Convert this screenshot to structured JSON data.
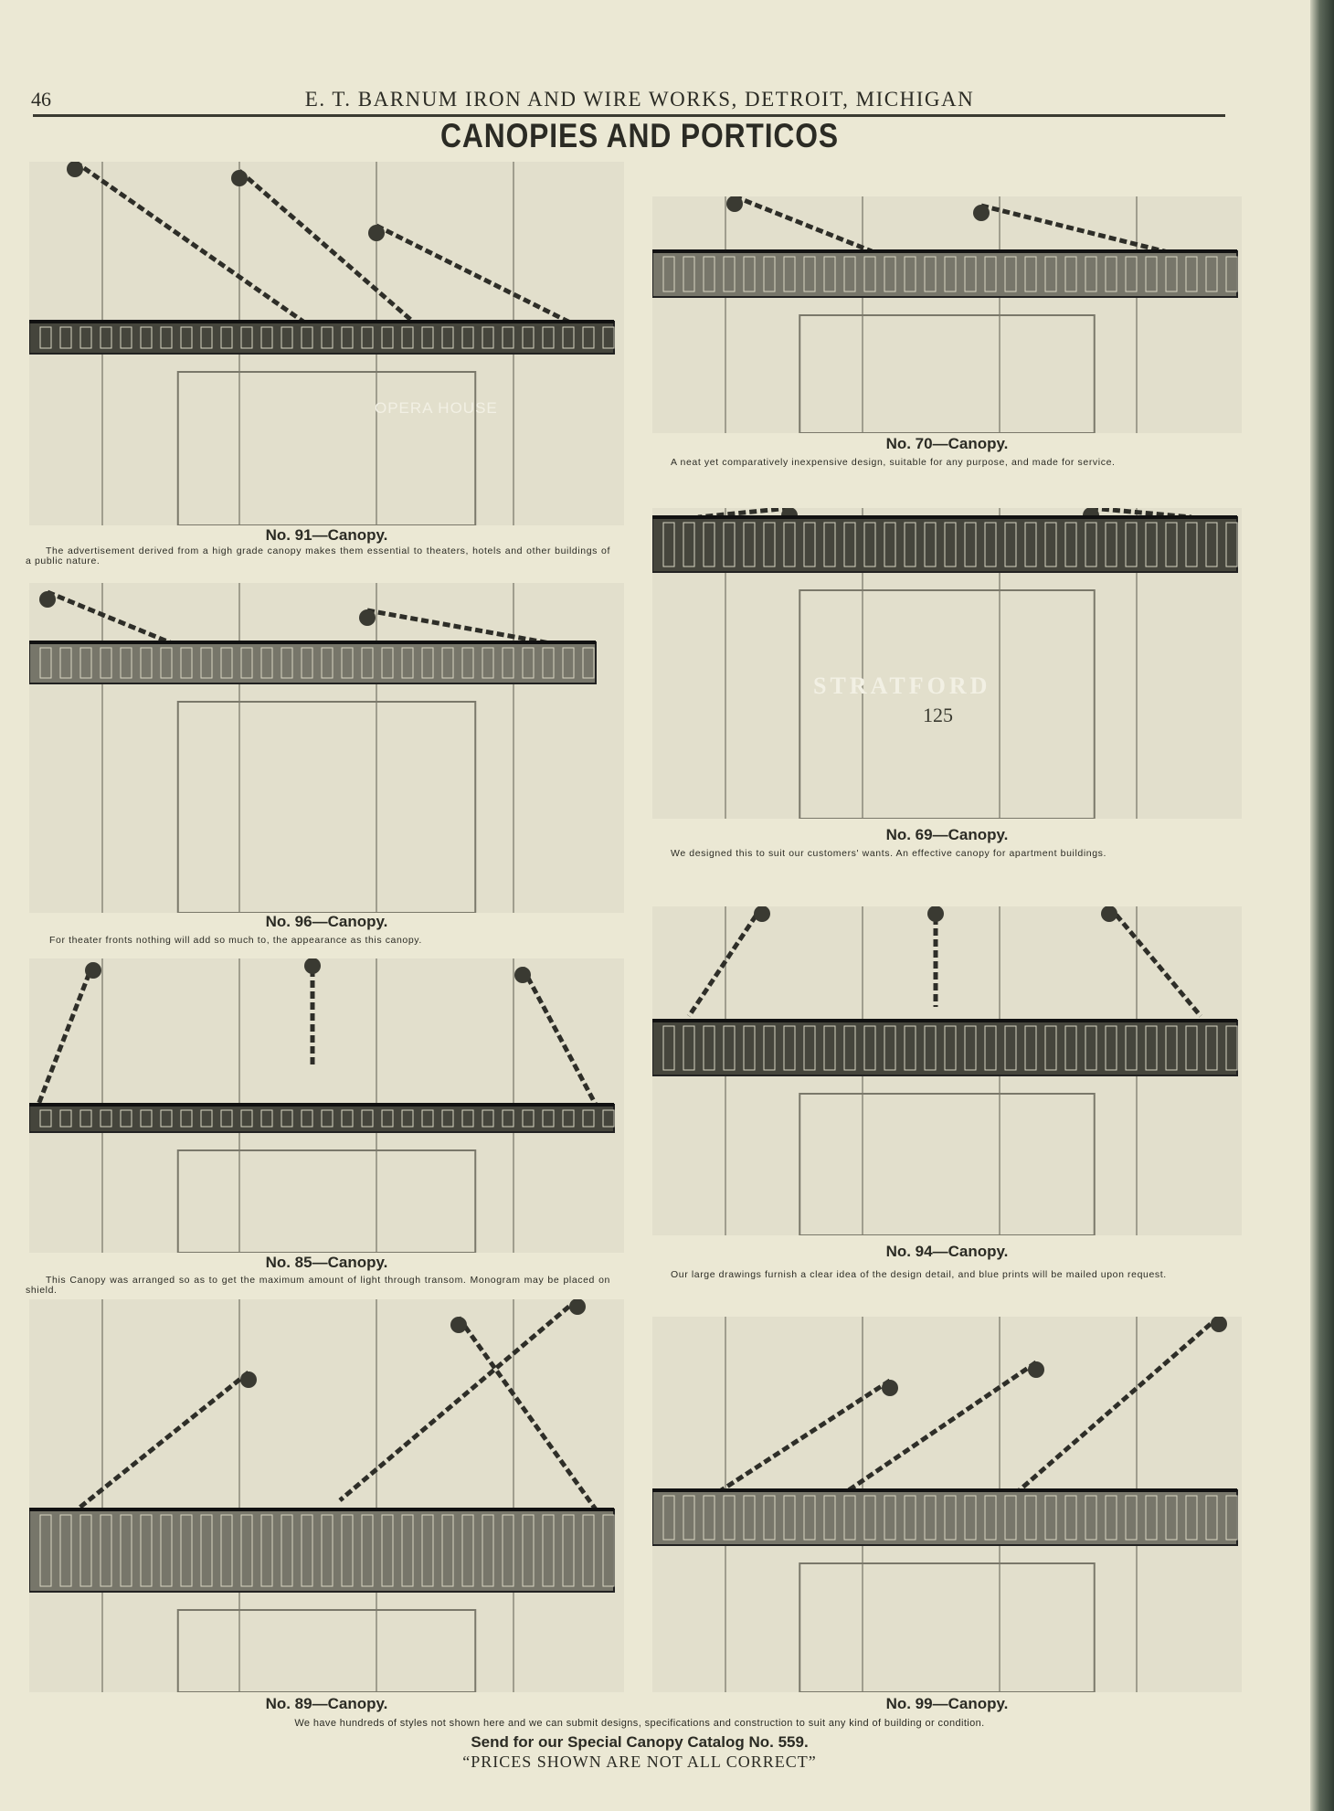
{
  "header": {
    "page_number": "46",
    "running_head": "E. T. BARNUM IRON AND WIRE WORKS, DETROIT, MICHIGAN",
    "title": "CANOPIES AND PORTICOS"
  },
  "canopies": [
    {
      "caption": "No. 91—Canopy.",
      "description": "The advertisement derived from a high grade canopy makes them essential to theaters, hotels and other buildings of a public nature.",
      "sign_text": "OPERA HOUSE"
    },
    {
      "caption": "No. 70—Canopy.",
      "description": "A neat yet comparatively inexpensive design, suitable for any purpose, and made for service."
    },
    {
      "caption": "No. 96—Canopy.",
      "description": "For theater fronts nothing will add so much to, the appearance as this canopy."
    },
    {
      "caption": "No. 69—Canopy.",
      "description": "We designed this to suit our customers' wants. An effective canopy for apartment buildings.",
      "sign_text": "STRATFORD",
      "sign_number": "125"
    },
    {
      "caption": "No. 85—Canopy.",
      "description": "This Canopy was arranged so as to get the maximum amount of light through transom. Monogram may be placed on shield."
    },
    {
      "caption": "No. 94—Canopy.",
      "description": "Our large drawings furnish a clear idea of the design detail, and blue prints will be mailed upon request."
    },
    {
      "caption": "No. 89—Canopy."
    },
    {
      "caption": "No. 99—Canopy."
    }
  ],
  "footer": {
    "note": "We have hundreds of styles not shown here and we can submit designs, specifications and construction to suit any kind of building or condition.",
    "catalog": "Send for our Special Canopy Catalog No. 559.",
    "prices": "“PRICES SHOWN ARE NOT ALL CORRECT”"
  },
  "colors": {
    "paper": "#ebe8d4",
    "ink": "#2b2b24"
  }
}
